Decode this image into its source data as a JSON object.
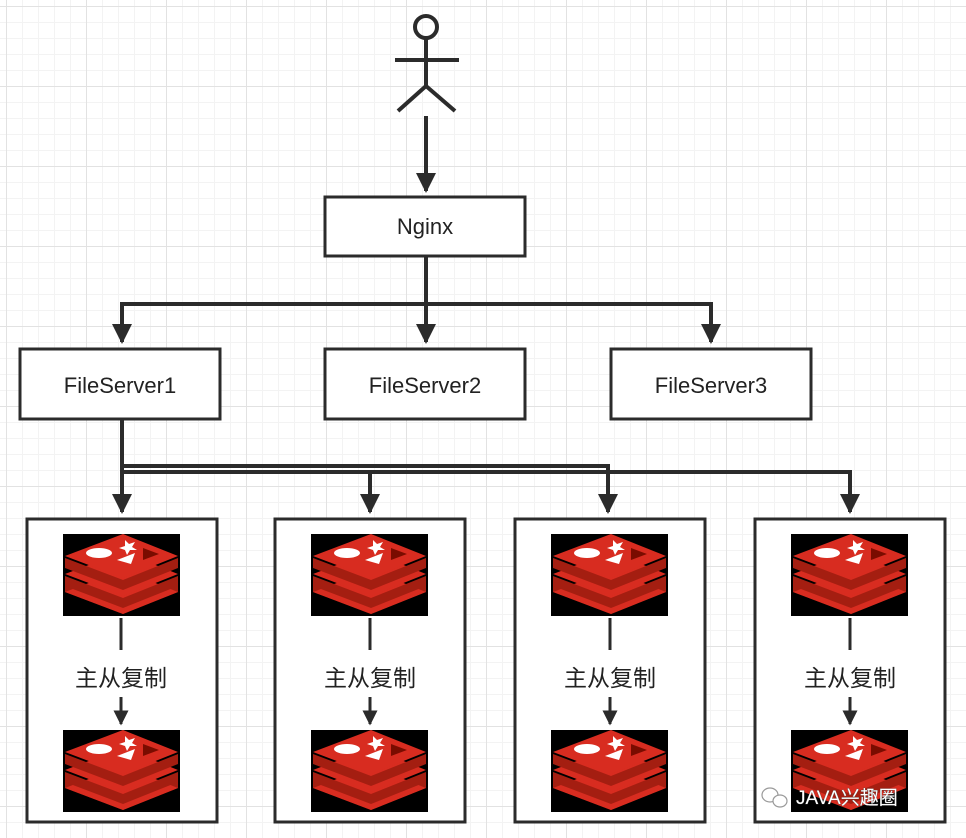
{
  "nginx": {
    "label": "Nginx"
  },
  "file_servers": [
    {
      "label": "FileServer1"
    },
    {
      "label": "FileServer2"
    },
    {
      "label": "FileServer3"
    }
  ],
  "redis_groups": [
    {
      "label": "主从复制"
    },
    {
      "label": "主从复制"
    },
    {
      "label": "主从复制"
    },
    {
      "label": "主从复制"
    }
  ],
  "icons": {
    "user": "actor-icon",
    "redis": "redis-logo-icon",
    "watermark": "wechat-icon"
  },
  "colors": {
    "line": "#2b2b2b",
    "redis_red": "#c6302b",
    "redis_dark": "#a41e11",
    "redis_bg": "#000000"
  },
  "watermark": {
    "text": "JAVA兴趣圈"
  }
}
